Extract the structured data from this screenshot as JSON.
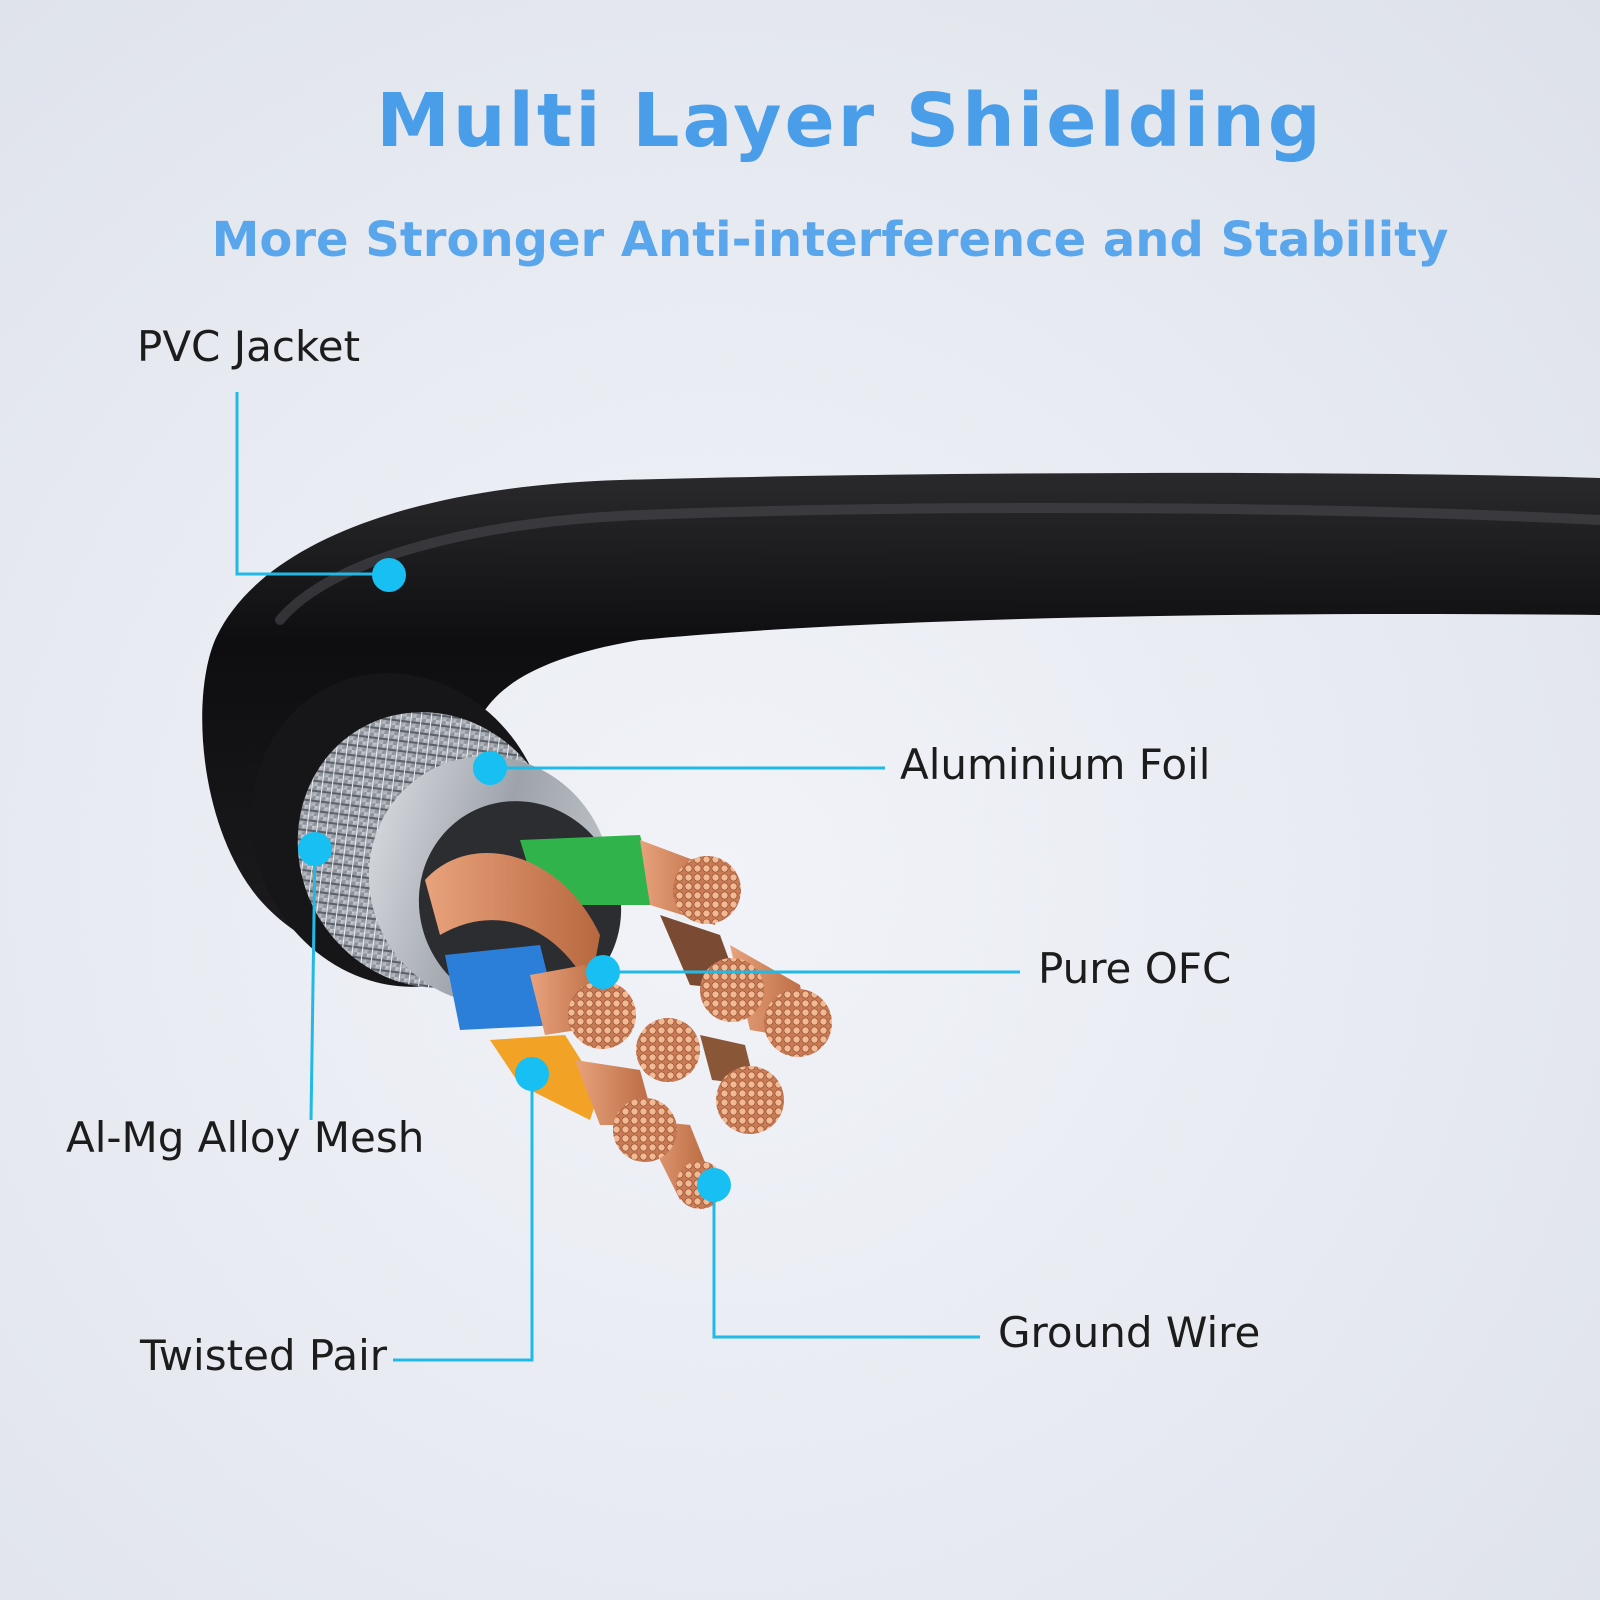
{
  "header": {
    "title": "Multi Layer Shielding",
    "subtitle": "More Stronger Anti-interference and Stability"
  },
  "callouts": {
    "pvc_jacket": "PVC Jacket",
    "aluminium_foil": "Aluminium Foil",
    "pure_ofc": "Pure OFC",
    "al_mg_alloy_mesh": "Al-Mg Alloy Mesh",
    "twisted_pair": "Twisted Pair",
    "ground_wire": "Ground Wire"
  },
  "colors": {
    "accent": "#4a9de8",
    "callout_line": "#21b9e6",
    "callout_dot": "#17bff2",
    "jacket": "#1d1d1f",
    "copper": "#d9916b",
    "wire_green": "#2fb34a",
    "wire_blue": "#2c7fd8",
    "wire_orange": "#f2a224",
    "wire_brown": "#7a4a32"
  }
}
